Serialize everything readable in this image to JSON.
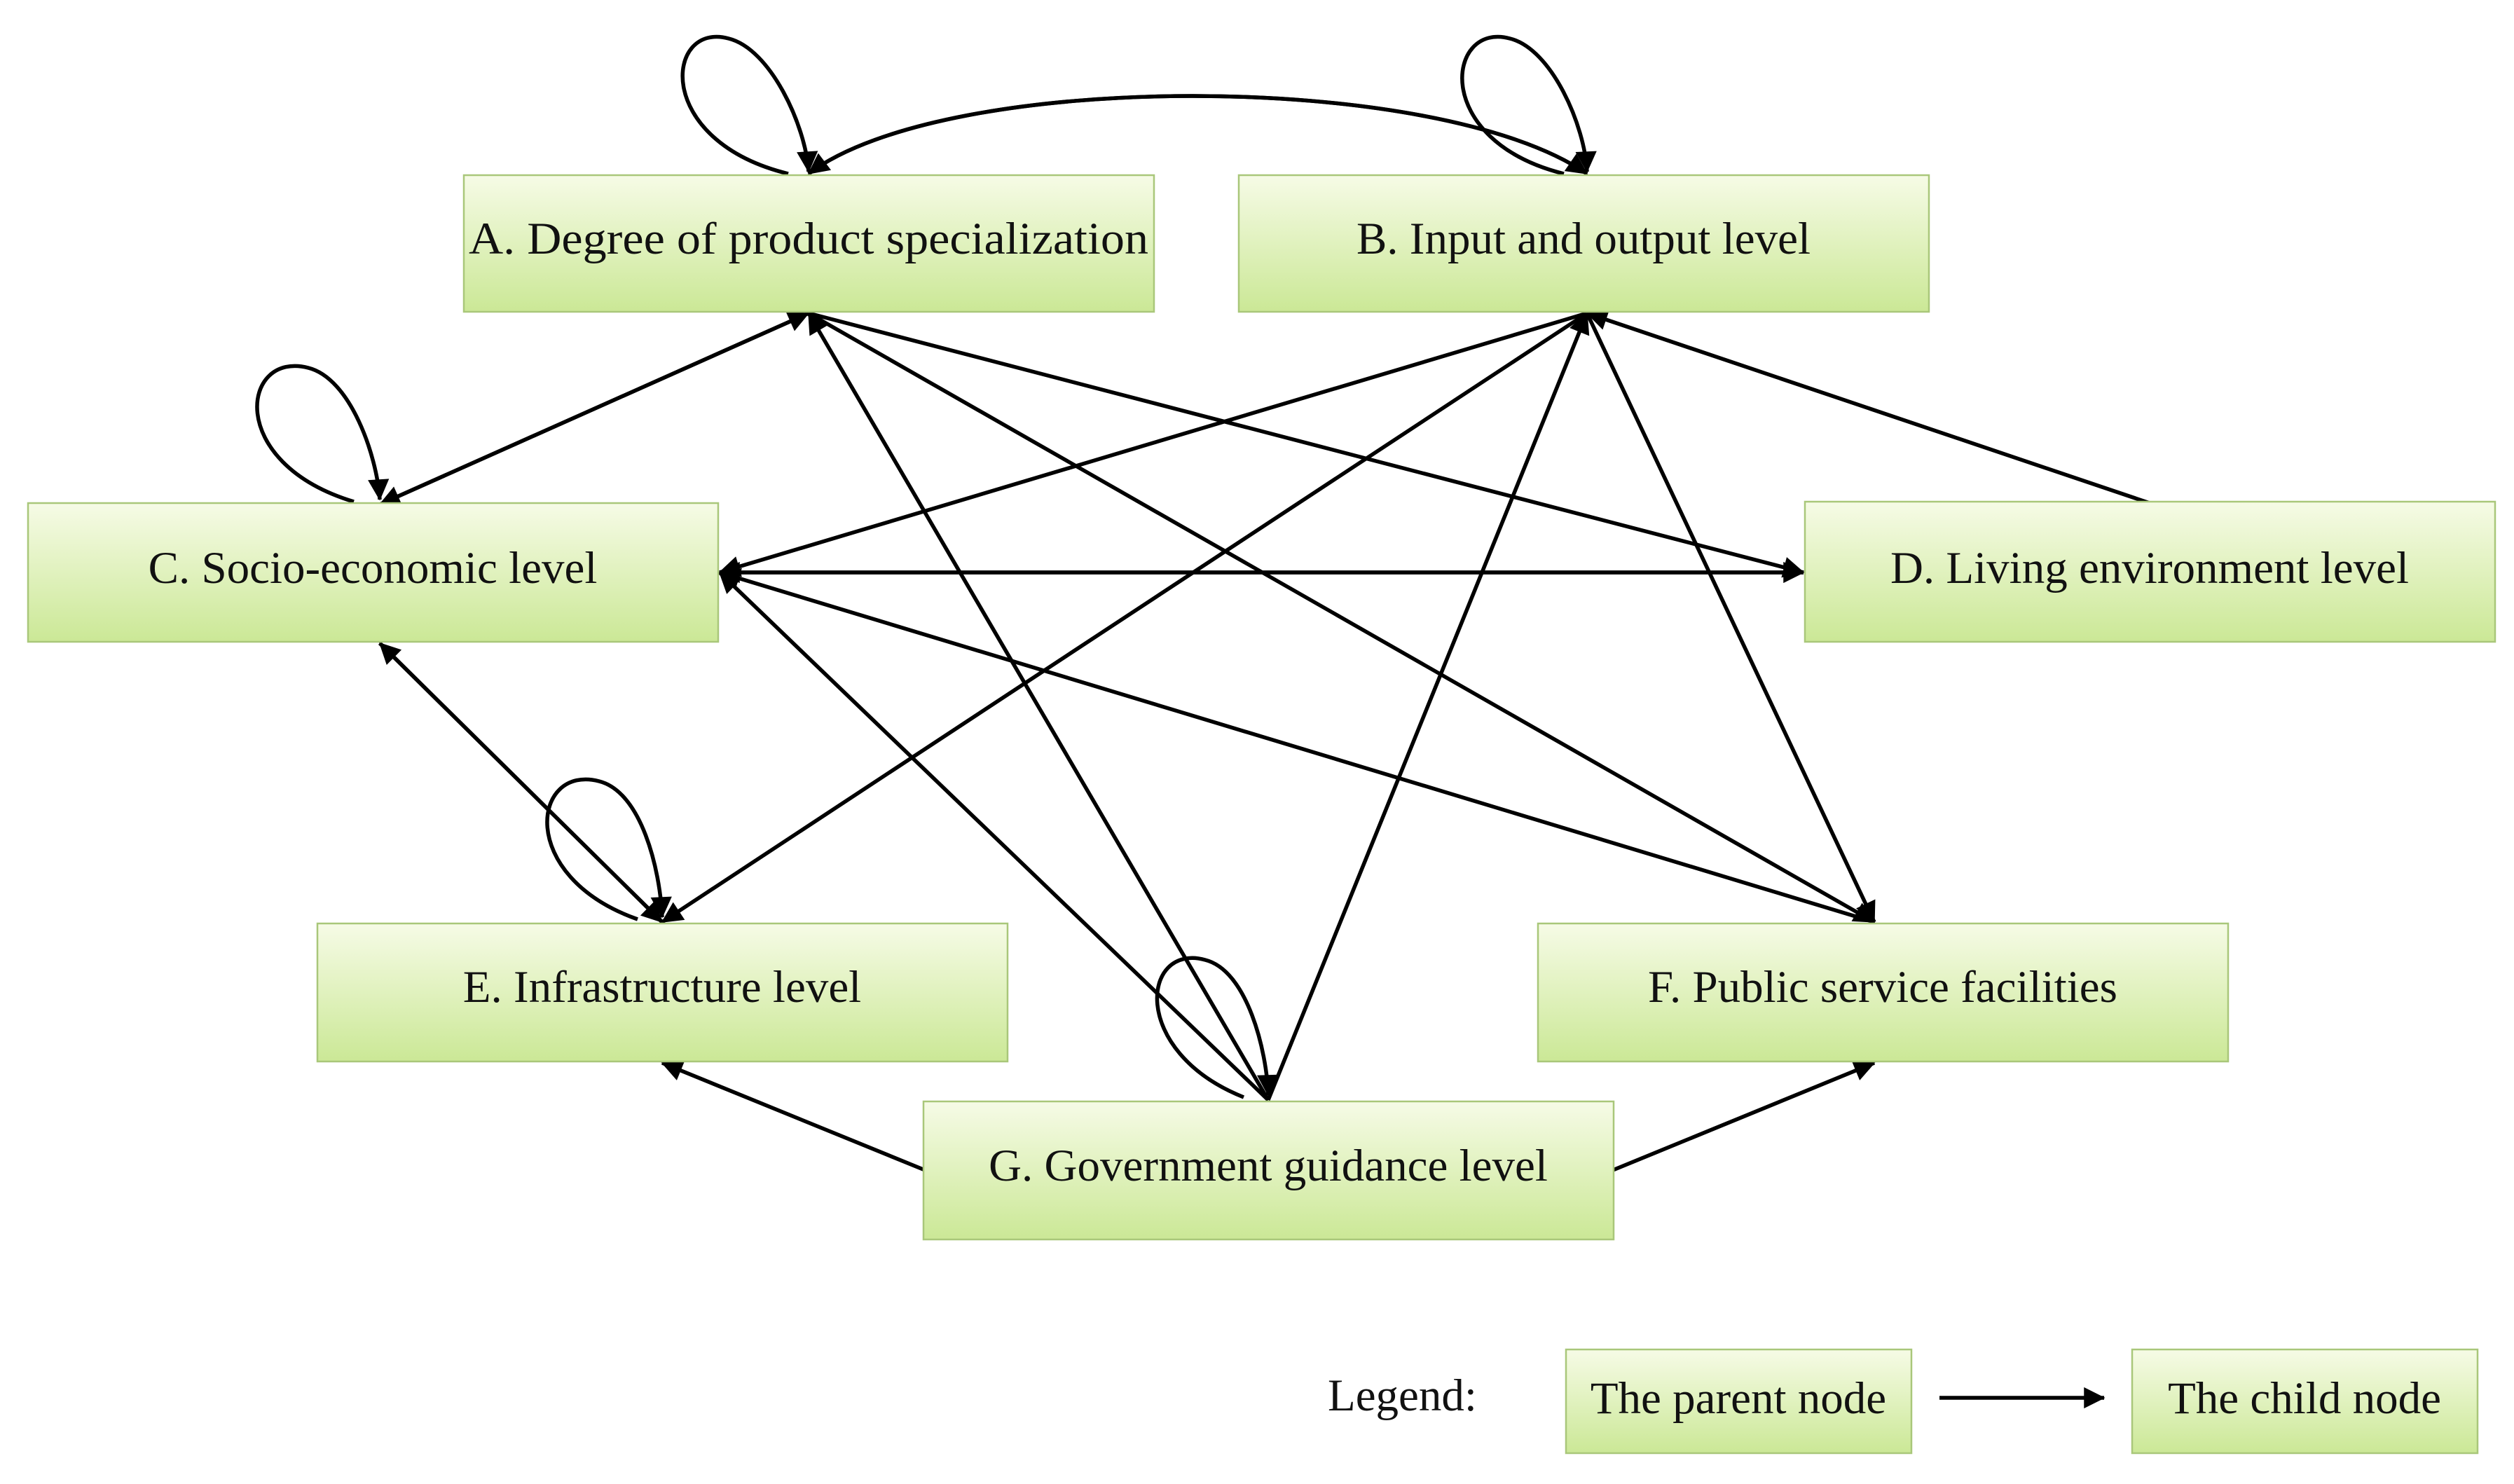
{
  "nodes": {
    "A": {
      "label": "A. Degree of product specialization"
    },
    "B": {
      "label": "B. Input and output level"
    },
    "C": {
      "label": "C. Socio-economic level"
    },
    "D": {
      "label": "D. Living environment level"
    },
    "E": {
      "label": "E. Infrastructure level"
    },
    "F": {
      "label": "F. Public service facilities"
    },
    "G": {
      "label": "G. Government guidance level"
    }
  },
  "edges": [
    {
      "from": "A",
      "to": "A"
    },
    {
      "from": "B",
      "to": "B"
    },
    {
      "from": "C",
      "to": "C"
    },
    {
      "from": "E",
      "to": "E"
    },
    {
      "from": "G",
      "to": "G"
    },
    {
      "from": "A",
      "to": "B"
    },
    {
      "from": "B",
      "to": "A"
    },
    {
      "from": "A",
      "to": "C"
    },
    {
      "from": "C",
      "to": "A"
    },
    {
      "from": "A",
      "to": "D"
    },
    {
      "from": "A",
      "to": "F"
    },
    {
      "from": "G",
      "to": "A"
    },
    {
      "from": "B",
      "to": "C"
    },
    {
      "from": "B",
      "to": "E"
    },
    {
      "from": "B",
      "to": "F"
    },
    {
      "from": "D",
      "to": "B"
    },
    {
      "from": "G",
      "to": "B"
    },
    {
      "from": "C",
      "to": "D"
    },
    {
      "from": "D",
      "to": "C"
    },
    {
      "from": "C",
      "to": "E"
    },
    {
      "from": "E",
      "to": "C"
    },
    {
      "from": "F",
      "to": "C"
    },
    {
      "from": "G",
      "to": "C"
    },
    {
      "from": "G",
      "to": "E"
    },
    {
      "from": "G",
      "to": "F"
    }
  ],
  "legend": {
    "title": "Legend:",
    "parent_label": "The parent node",
    "child_label": "The child node"
  },
  "colors": {
    "node_fill_top": "#f6fbe6",
    "node_fill_bottom": "#cbe896",
    "node_border": "#a9c77a",
    "edge": "#000000"
  }
}
